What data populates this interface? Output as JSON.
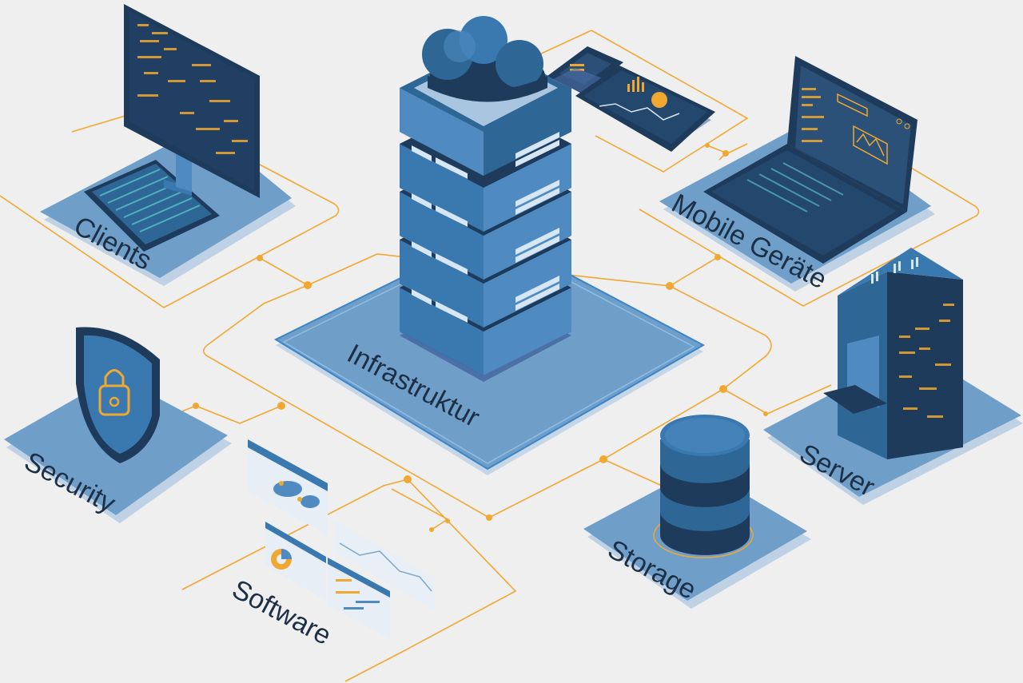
{
  "colors": {
    "background": "#efeff0",
    "platform": "#6f9fc9",
    "platform_shadow": "#a9c5df",
    "connector": "#f0a830",
    "device_dark": "#1e3b5c",
    "device_mid": "#2e6796",
    "device_light": "#4f8bc0",
    "accent": "#f0a830"
  },
  "nodes": {
    "infrastructure": {
      "label": "Infrastruktur",
      "icon": "cloud-server-rack-icon"
    },
    "clients": {
      "label": "Clients",
      "icon": "desktop-computer-icon"
    },
    "mobile": {
      "label": "Mobile Geräte",
      "icon": "laptop-icon"
    },
    "server": {
      "label": "Server",
      "icon": "server-cabinet-icon"
    },
    "storage": {
      "label": "Storage",
      "icon": "database-icon"
    },
    "security": {
      "label": "Security",
      "icon": "shield-lock-icon"
    },
    "software": {
      "label": "Software",
      "icon": "dashboard-screens-icon"
    }
  },
  "extras": {
    "tablets_icon": "tablet-devices-icon"
  }
}
